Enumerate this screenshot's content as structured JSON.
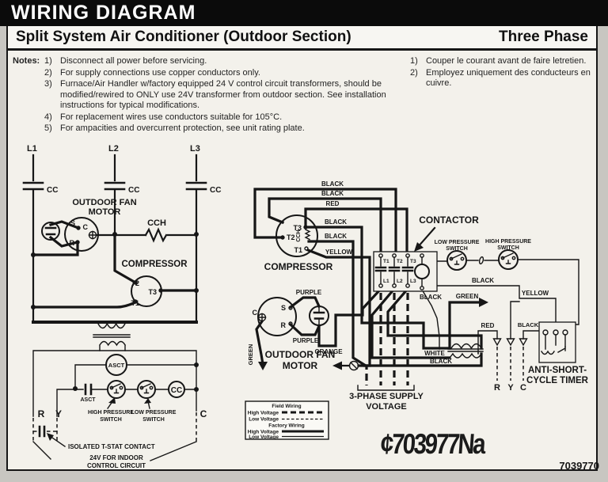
{
  "header": {
    "title": "WIRING DIAGRAM",
    "subtitle": "Split System Air Conditioner (Outdoor Section)",
    "phase": "Three Phase"
  },
  "notes": {
    "label": "Notes:",
    "english": [
      {
        "num": "1)",
        "text": "Disconnect all power before servicing."
      },
      {
        "num": "2)",
        "text": "For supply connections use copper conductors only."
      },
      {
        "num": "3)",
        "text": "Furnace/Air Handler w/factory equipped 24 V control circuit transformers, should be modified/rewired to ONLY use 24V transformer from outdoor section. See installation instructions for typical modifications."
      },
      {
        "num": "4)",
        "text": "For replacement wires use conductors suitable for 105°C."
      },
      {
        "num": "5)",
        "text": "For ampacities and overcurrent protection, see unit rating plate."
      }
    ],
    "french": [
      {
        "num": "1)",
        "text": "Couper le courant avant de faire letretien."
      },
      {
        "num": "2)",
        "text": "Employez uniquement des conducteurs en cuivre."
      }
    ]
  },
  "diagram": {
    "terminals": {
      "l1": "L1",
      "l2": "L2",
      "l3": "L3",
      "t1": "T1",
      "t2": "T2",
      "t3": "T3",
      "r": "R",
      "y": "Y",
      "c": "C",
      "s": "S"
    },
    "components": {
      "cc": "CC",
      "cch": "CCH",
      "asct": "ASCT",
      "compressor": "COMPRESSOR",
      "contactor": "CONTACTOR",
      "outdoor_fan": "OUTDOOR FAN",
      "motor": "MOTOR",
      "high_pressure": "HIGH PRESSURE",
      "low_pressure": "LOW PRESSURE",
      "switch": "SWITCH",
      "timer_line1": "ANTI-SHORT-",
      "timer_line2": "CYCLE TIMER",
      "tstat": "ISOLATED T-STAT CONTACT",
      "v24_line1": "24V FOR INDOOR",
      "v24_line2": "CONTROL CIRCUIT",
      "supply_line1": "3-PHASE SUPPLY",
      "supply_line2": "VOLTAGE"
    },
    "wires": {
      "black": "BLACK",
      "red": "RED",
      "yellow": "YELLOW",
      "green": "GREEN",
      "purple": "PURPLE",
      "orange": "ORANGE",
      "white": "WHITE"
    }
  },
  "legend": {
    "field_wiring": "Field Wiring",
    "factory_wiring": "Factory Wiring",
    "high_voltage": "High Voltage",
    "low_voltage": "Low Voltage"
  },
  "footer": {
    "watermark": "¢703977Na",
    "part_number": "7039770"
  }
}
